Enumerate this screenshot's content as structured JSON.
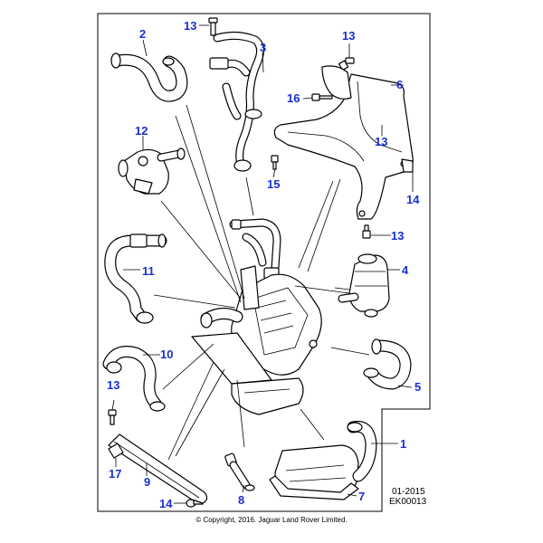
{
  "callouts": {
    "c1": "1",
    "c2": "2",
    "c3": "3",
    "c4": "4",
    "c5": "5",
    "c6": "6",
    "c7": "7",
    "c8": "8",
    "c9": "9",
    "c10": "10",
    "c11": "11",
    "c12": "12",
    "c13a": "13",
    "c13b": "13",
    "c13c": "13",
    "c13d": "13",
    "c13e": "13",
    "c14a": "14",
    "c14b": "14",
    "c15": "15",
    "c16": "16",
    "c17": "17"
  },
  "footer": {
    "date": "01-2015",
    "code": "EK00013",
    "copyright": "© Copyright, 2016. Jaguar Land Rover Limited."
  },
  "colors": {
    "callout": "#1a2fd0",
    "line": "#000000",
    "background": "#ffffff"
  }
}
